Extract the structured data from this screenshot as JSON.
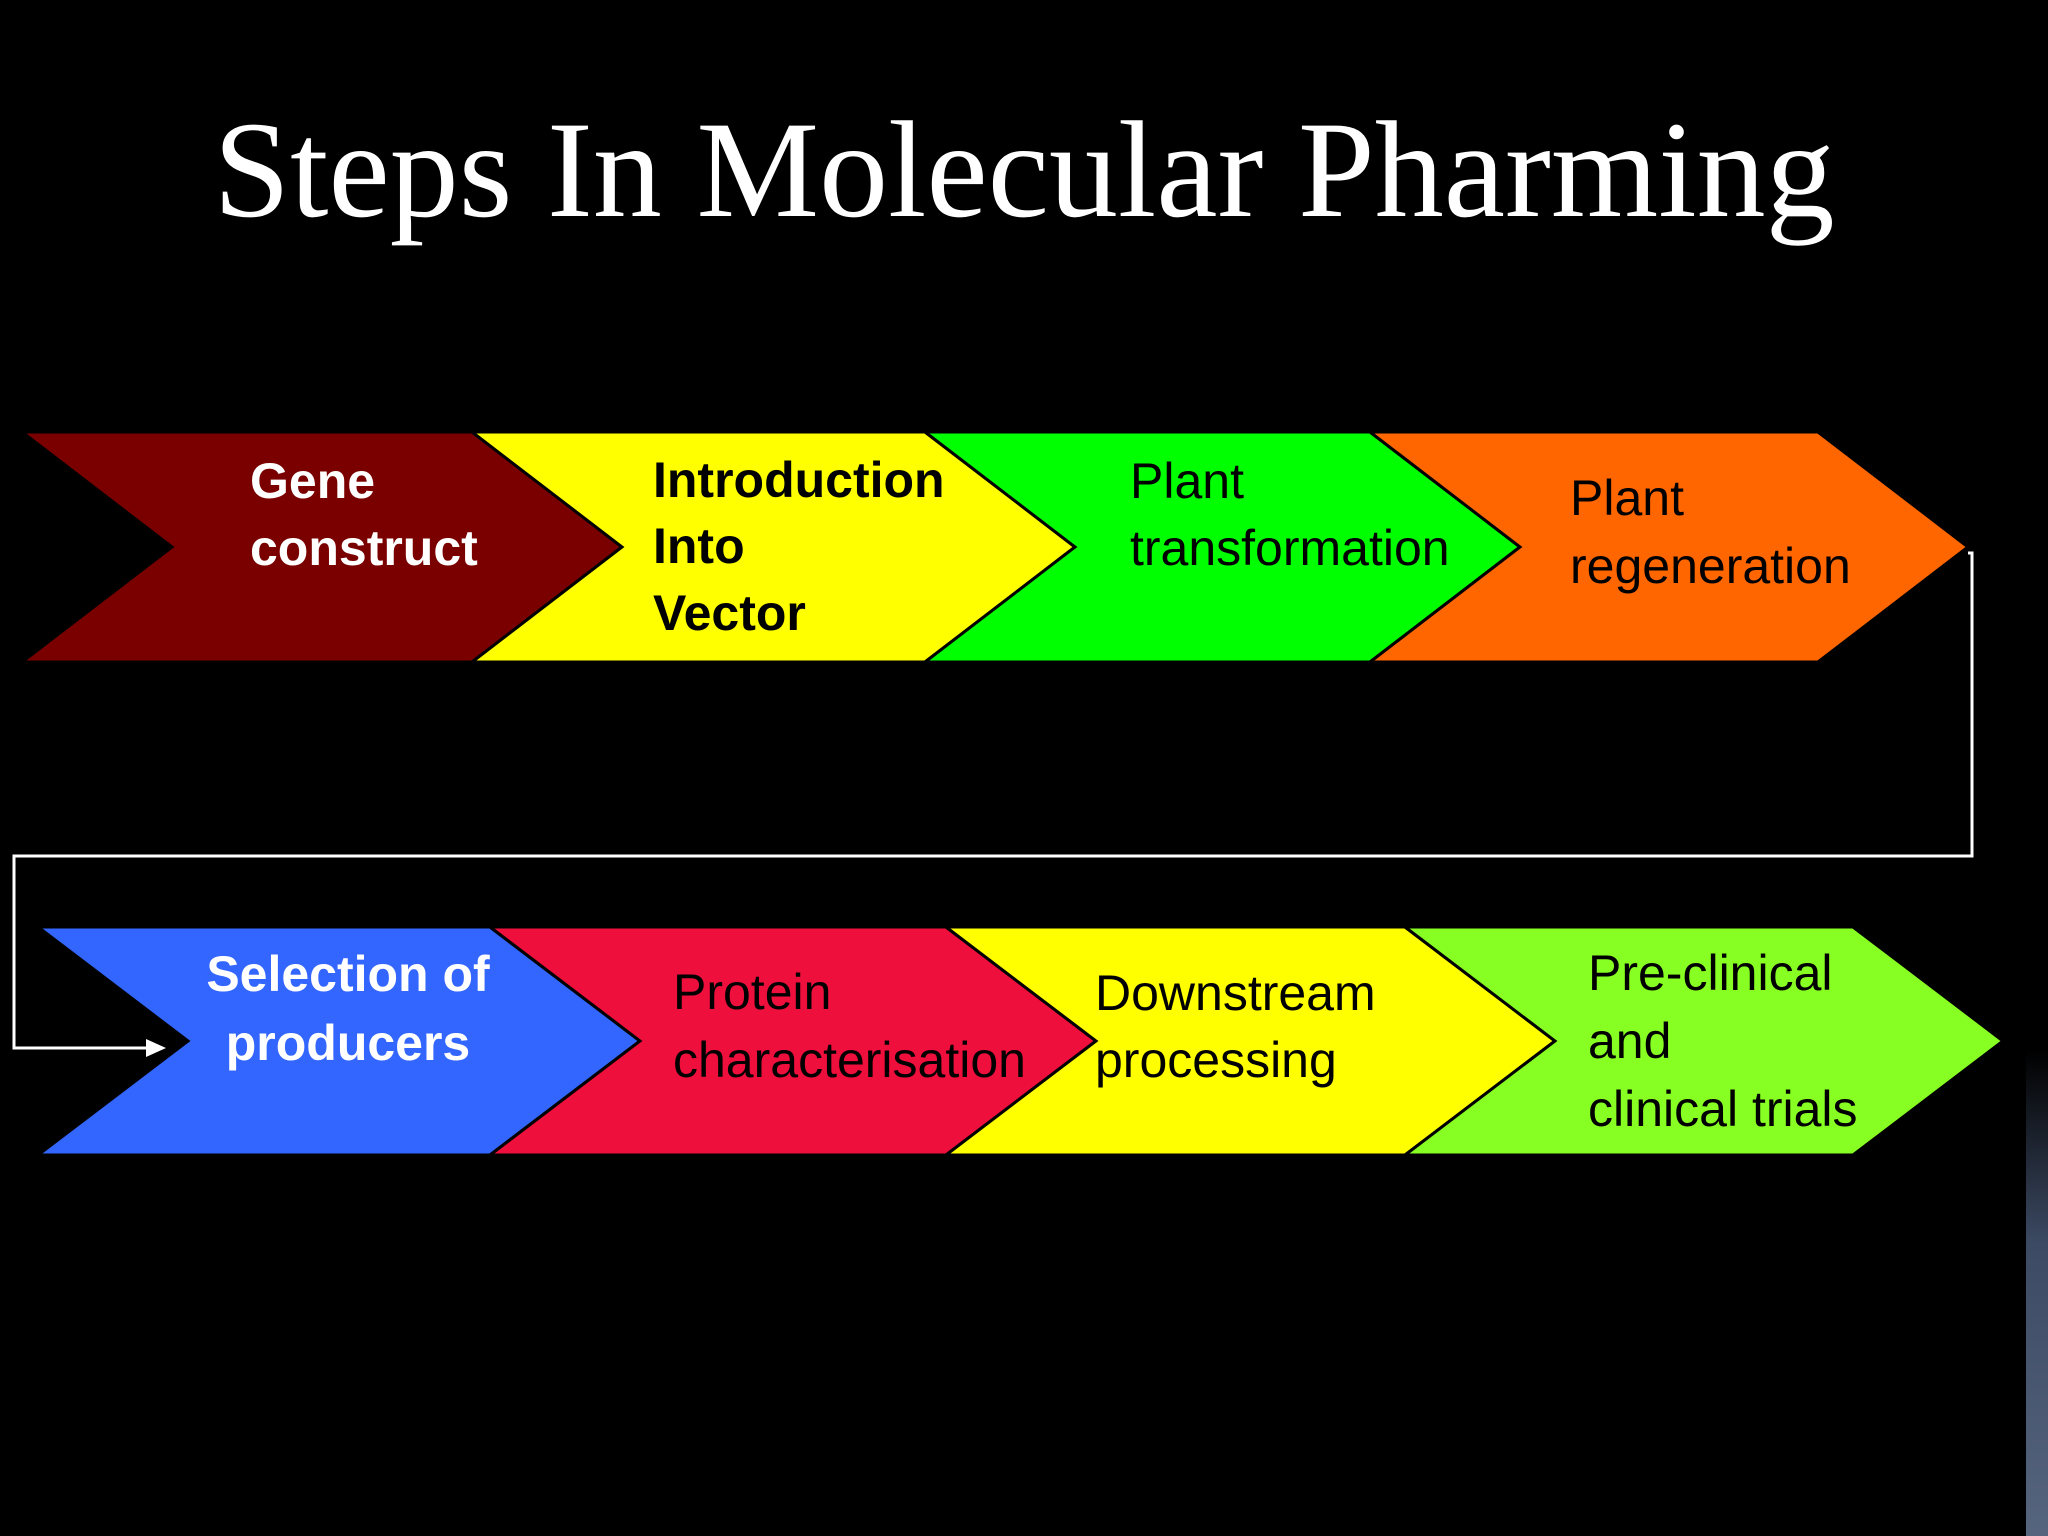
{
  "title": "Steps In Molecular Pharming",
  "colors": {
    "background": "#000000",
    "connector": "#ffffff"
  },
  "rows": [
    {
      "steps": [
        {
          "lines": [
            "Gene",
            "construct"
          ],
          "fill": "#7a0000",
          "text_color": "#ffffff",
          "bold": true
        },
        {
          "lines": [
            "Introduction",
            "Into",
            "Vector"
          ],
          "fill": "#ffff00",
          "text_color": "#000000",
          "bold": true
        },
        {
          "lines": [
            "Plant",
            "transformation"
          ],
          "fill": "#00ff00",
          "text_color": "#000000",
          "bold": false
        },
        {
          "lines": [
            "Plant",
            "regeneration"
          ],
          "fill": "#ff6600",
          "text_color": "#000000",
          "bold": false
        }
      ]
    },
    {
      "steps": [
        {
          "lines": [
            "Selection of",
            "producers"
          ],
          "fill": "#3366ff",
          "text_color": "#ffffff",
          "bold": true
        },
        {
          "lines": [
            "Protein",
            "characterisation"
          ],
          "fill": "#ee0f3c",
          "text_color": "#000000",
          "bold": false
        },
        {
          "lines": [
            "Downstream",
            "processing"
          ],
          "fill": "#ffff00",
          "text_color": "#000000",
          "bold": false
        },
        {
          "lines": [
            "Pre-clinical",
            "and",
            "clinical trials"
          ],
          "fill": "#88ff22",
          "text_color": "#000000",
          "bold": false
        }
      ]
    }
  ]
}
